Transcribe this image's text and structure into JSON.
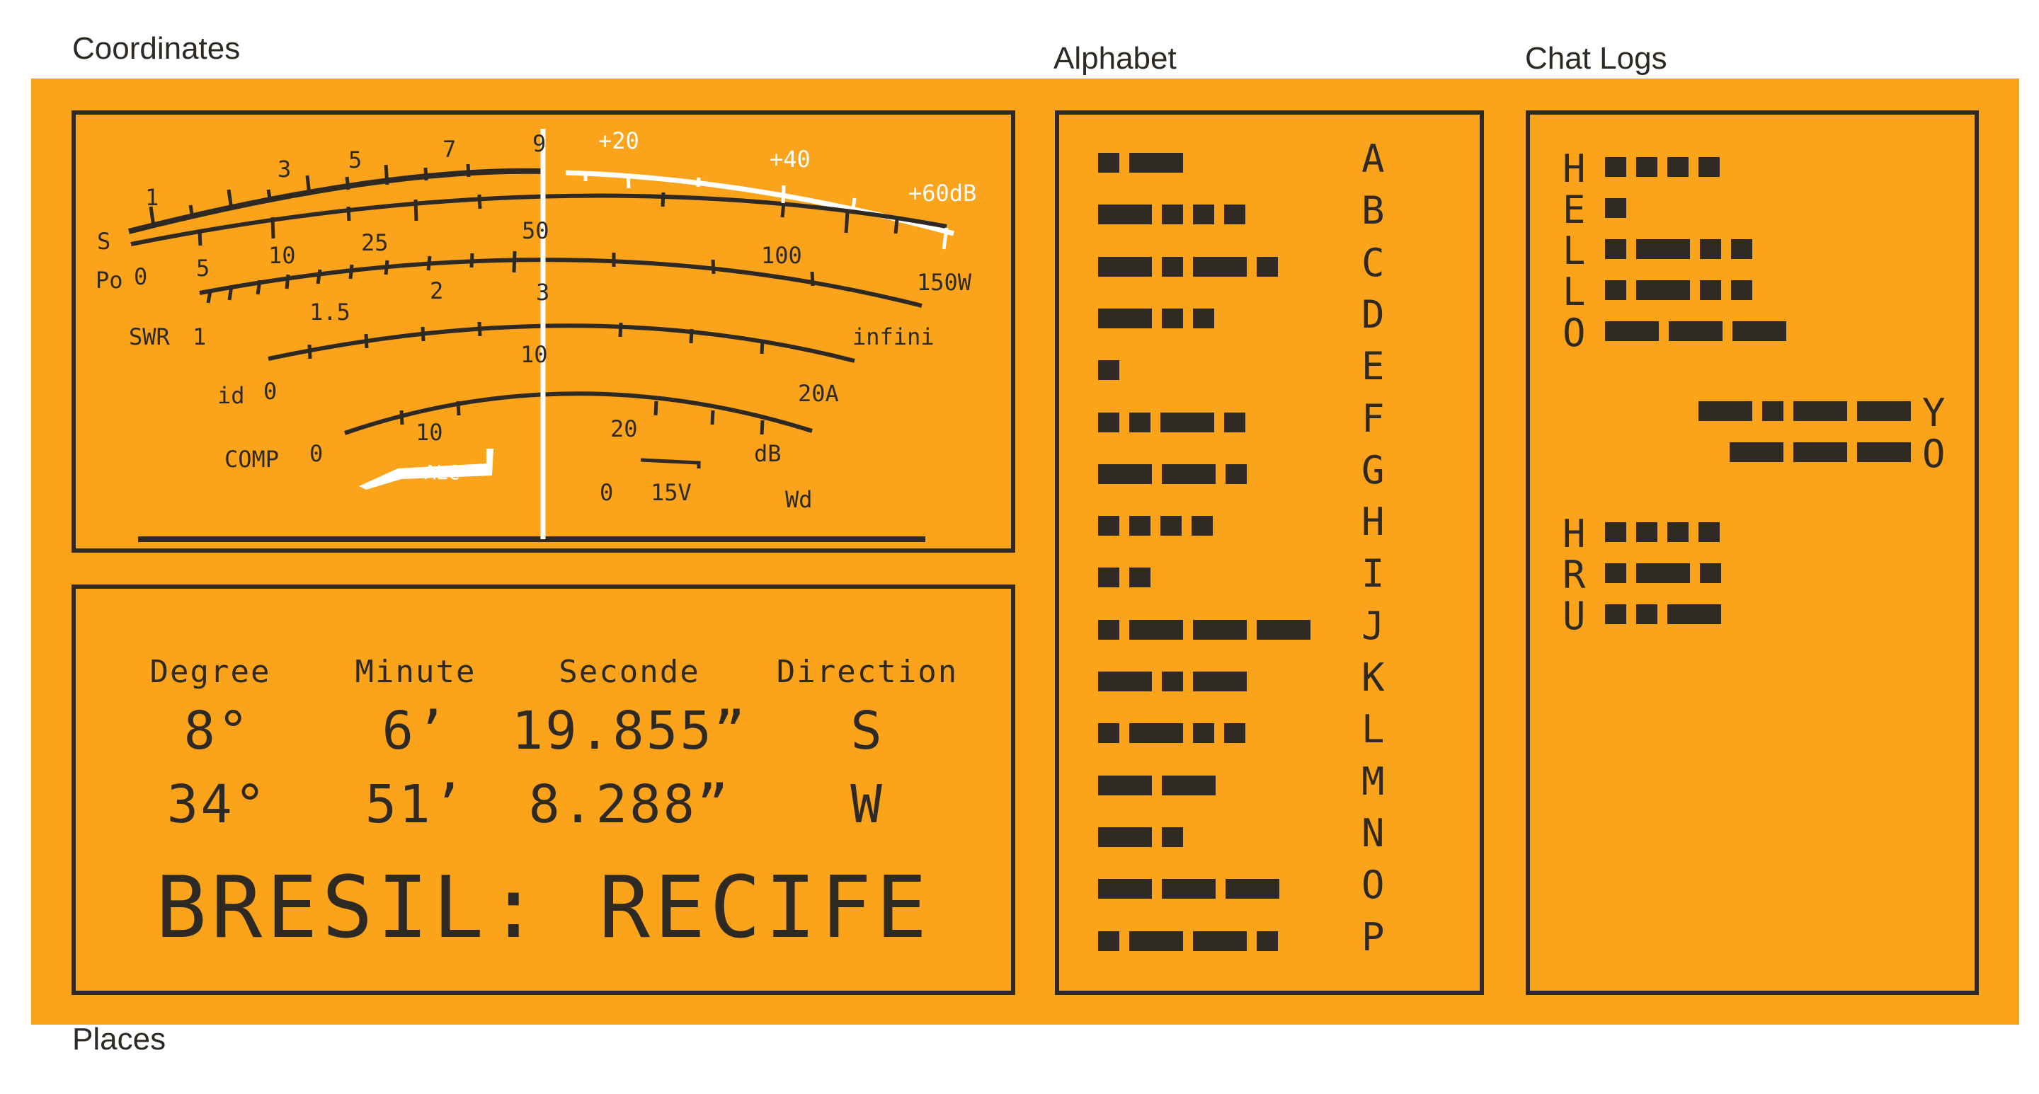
{
  "labels": {
    "coordinates": "Coordinates",
    "alphabet": "Alphabet",
    "chat_logs": "Chat Logs",
    "places": "Places"
  },
  "meter": {
    "s_scale": {
      "label": "S",
      "ticks": [
        "1",
        "3",
        "5",
        "7",
        "9"
      ],
      "plus": [
        "+20",
        "+40",
        "+60dB"
      ]
    },
    "po_scale": {
      "label": "Po",
      "ticks": [
        "0",
        "5",
        "10",
        "25",
        "50",
        "100",
        "150W"
      ]
    },
    "swr_scale": {
      "label": "SWR",
      "ticks": [
        "1",
        "1.5",
        "2",
        "3",
        "infini"
      ]
    },
    "id_scale": {
      "label": "id",
      "ticks": [
        "0",
        "10",
        "20A"
      ]
    },
    "comp_scale": {
      "label": "COMP",
      "ticks": [
        "0",
        "10",
        "20",
        "dB"
      ]
    },
    "alc_label": "ALC",
    "volt_scale": {
      "ticks": [
        "0",
        "15V"
      ]
    },
    "wd_label": "Wd"
  },
  "coordinates": {
    "headers": [
      "Degree",
      "Minute",
      "Seconde",
      "Direction"
    ],
    "rows": [
      [
        "8°",
        "6’",
        "19.855”",
        "S"
      ],
      [
        "34°",
        "51’",
        "8.288”",
        "W"
      ]
    ],
    "place": "BRESIL: RECIFE"
  },
  "alphabet": [
    {
      "letter": "A",
      "code": ".-"
    },
    {
      "letter": "B",
      "code": "-..."
    },
    {
      "letter": "C",
      "code": "-.-."
    },
    {
      "letter": "D",
      "code": "-.."
    },
    {
      "letter": "E",
      "code": "."
    },
    {
      "letter": "F",
      "code": "..-."
    },
    {
      "letter": "G",
      "code": "--."
    },
    {
      "letter": "H",
      "code": "...."
    },
    {
      "letter": "I",
      "code": ".."
    },
    {
      "letter": "J",
      "code": ".---"
    },
    {
      "letter": "K",
      "code": "-.-"
    },
    {
      "letter": "L",
      "code": ".-.."
    },
    {
      "letter": "M",
      "code": "--"
    },
    {
      "letter": "N",
      "code": "-."
    },
    {
      "letter": "O",
      "code": "---"
    },
    {
      "letter": "P",
      "code": ".--."
    }
  ],
  "chat": {
    "messages": [
      {
        "side": "left",
        "lines": [
          {
            "letter": "H",
            "code": "...."
          },
          {
            "letter": "E",
            "code": "."
          },
          {
            "letter": "L",
            "code": ".-.."
          },
          {
            "letter": "L",
            "code": ".-.."
          },
          {
            "letter": "O",
            "code": "---"
          }
        ]
      },
      {
        "side": "right",
        "lines": [
          {
            "letter": "Y",
            "code": "-.--"
          },
          {
            "letter": "O",
            "code": "---"
          }
        ]
      },
      {
        "side": "left",
        "lines": [
          {
            "letter": "H",
            "code": "...."
          },
          {
            "letter": "R",
            "code": ".-."
          },
          {
            "letter": "U",
            "code": "..-"
          }
        ]
      }
    ]
  },
  "colors": {
    "board": "#fba31a",
    "ink": "#2e2a23",
    "needle": "#ffffff"
  }
}
